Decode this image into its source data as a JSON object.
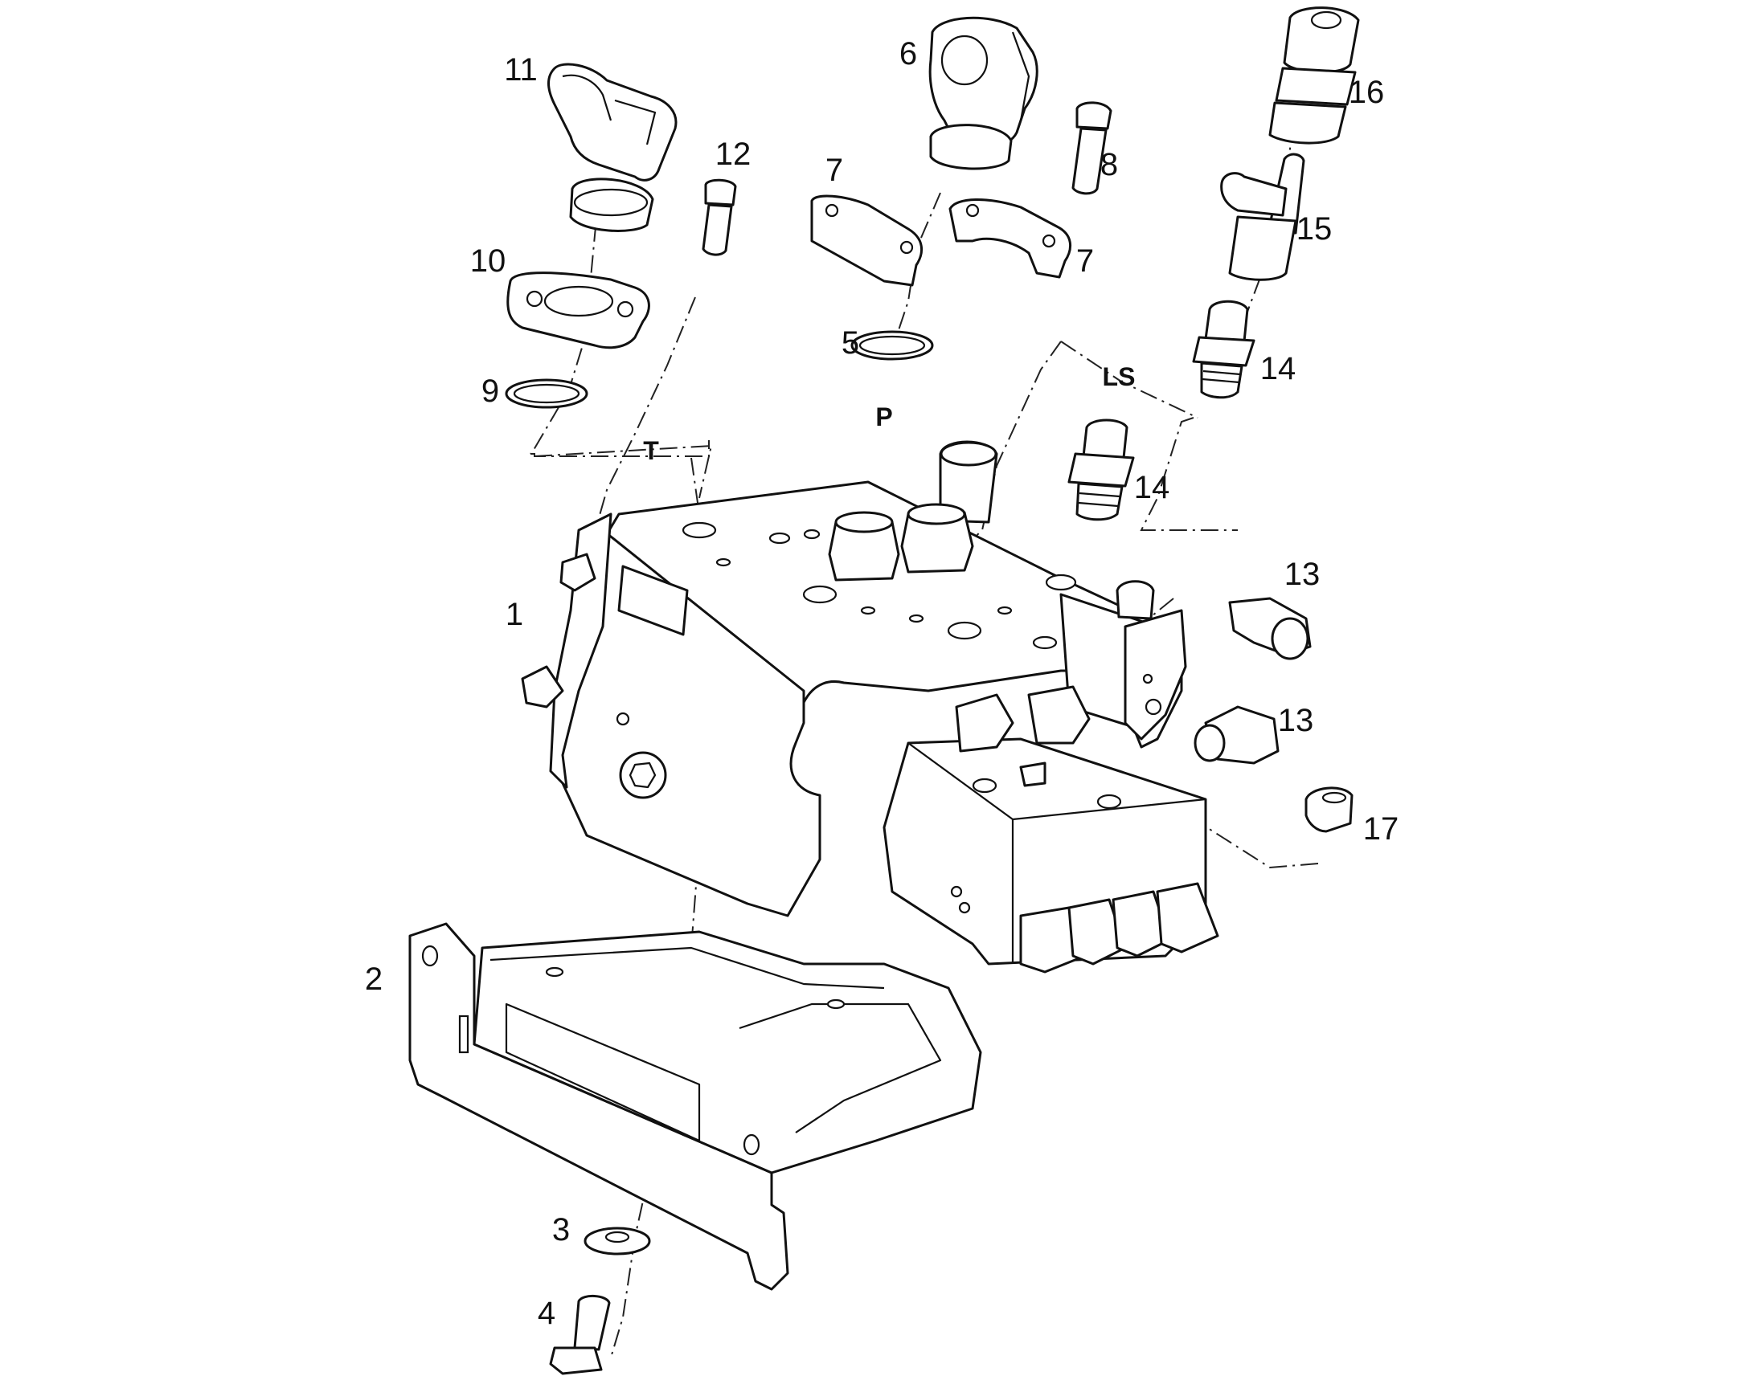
{
  "diagram": {
    "reference_numbers": {
      "n1": "1",
      "n2": "2",
      "n3": "3",
      "n4": "4",
      "n5": "5",
      "n6": "6",
      "n7a": "7",
      "n7b": "7",
      "n8": "8",
      "n9": "9",
      "n10": "10",
      "n11": "11",
      "n12": "12",
      "n13a": "13",
      "n13b": "13",
      "n14a": "14",
      "n14b": "14",
      "n15": "15",
      "n16": "16",
      "n17": "17"
    },
    "port_labels": {
      "tank": "T",
      "pressure": "P",
      "load_sense": "LS"
    }
  }
}
